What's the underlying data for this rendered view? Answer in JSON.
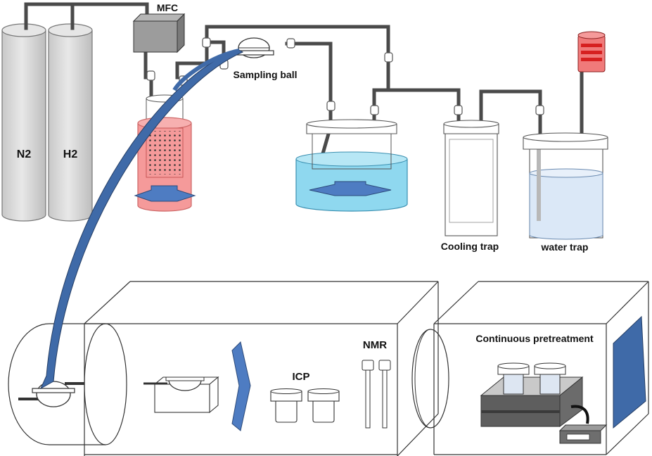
{
  "labels": {
    "n2": "N2",
    "h2": "H2",
    "mfc": "MFC",
    "sampling_ball": "Sampling ball",
    "cooling_trap": "Cooling trap",
    "water_trap": "water trap",
    "icp": "ICP",
    "nmr": "NMR",
    "continuous_pretreatment": "Continuous pretreatment"
  },
  "colors": {
    "cylinder": "#d9d9d9",
    "reactor_liquid": "#f59a9a",
    "bath_water": "#8fd8ef",
    "trap_water": "#dbe8f7",
    "arrow_blue": "#3f6aa8",
    "pipe": "#4a4a4a",
    "heater_red": "#e03030",
    "panel_blue": "#3f6aa8"
  }
}
